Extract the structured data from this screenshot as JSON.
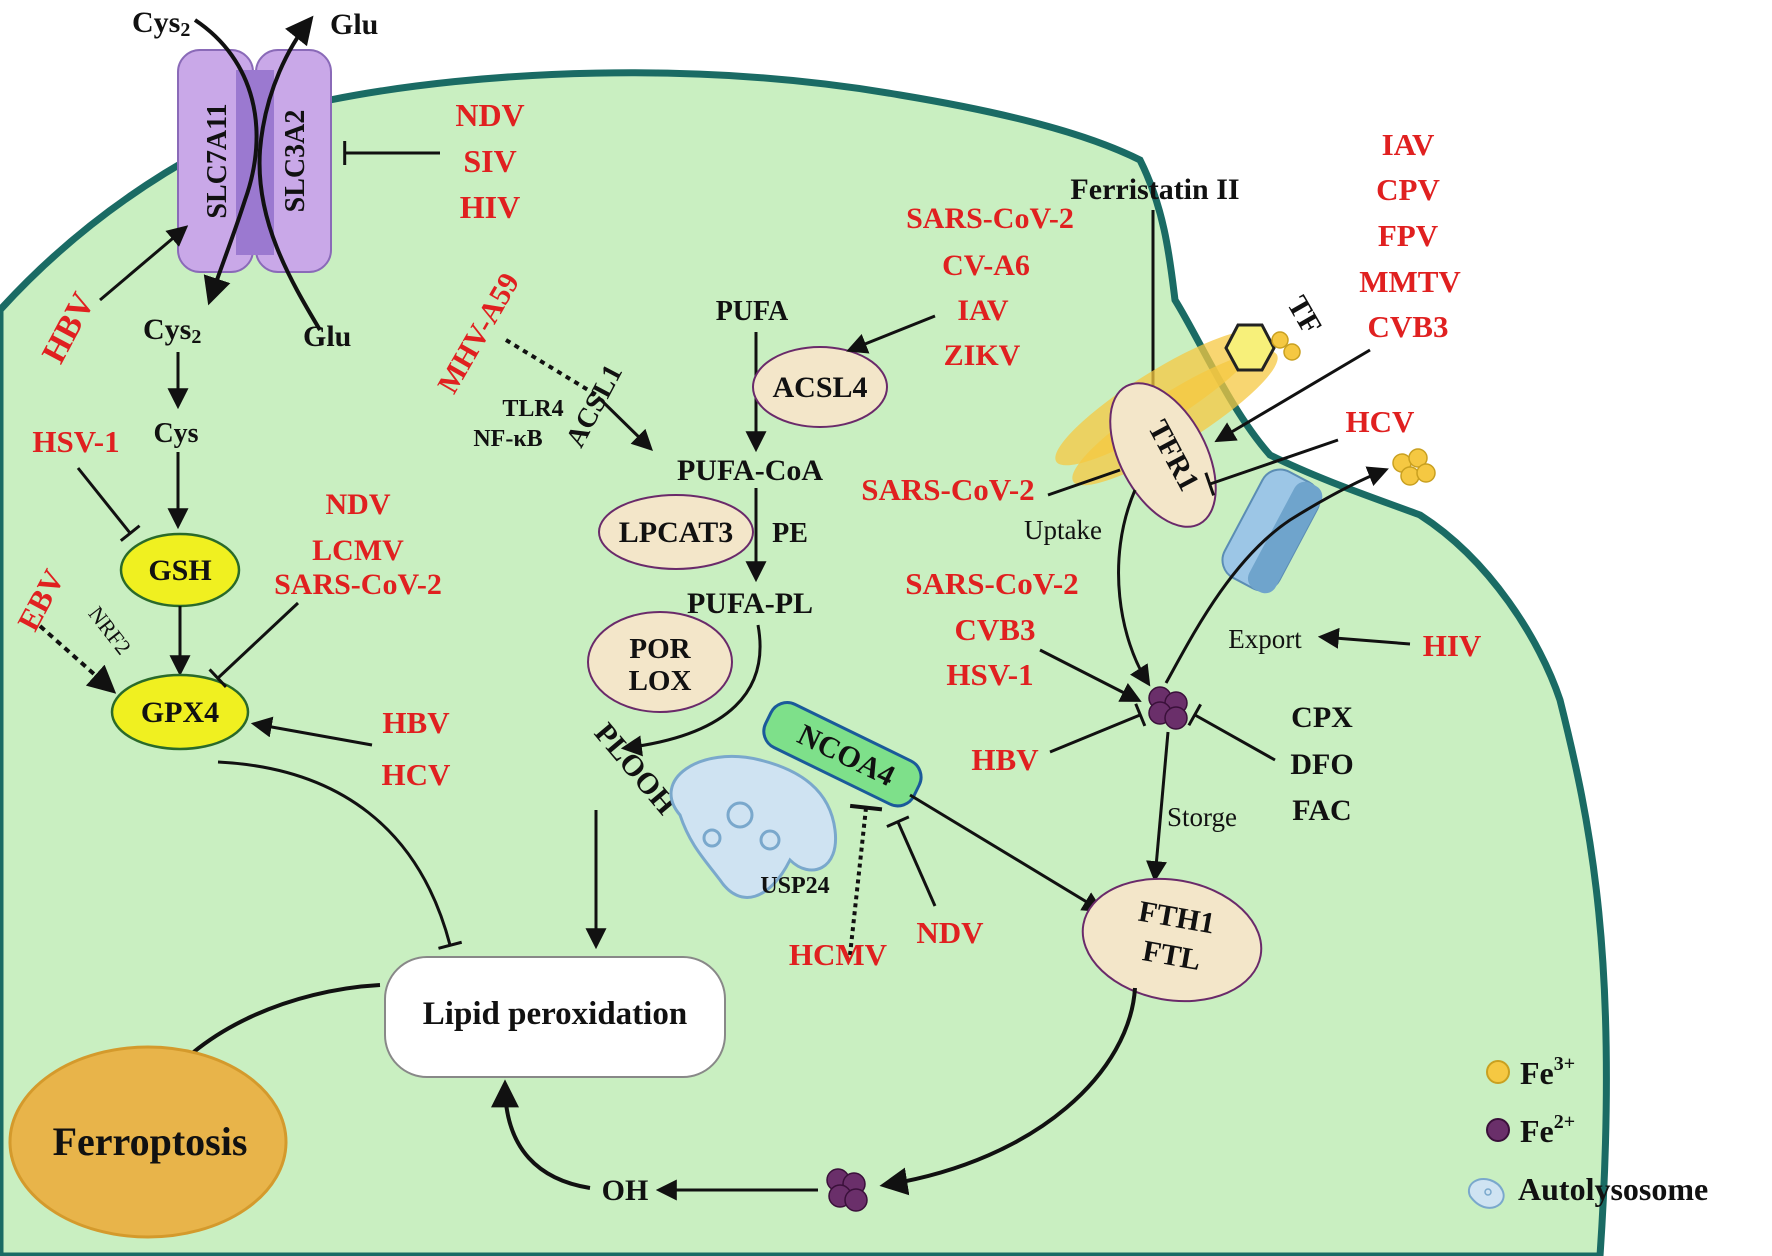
{
  "transporter": {
    "slc7a11": "SLC7A11",
    "slc3a2": "SLC3A2",
    "cys2_out": "Cys",
    "cys2_out_sub": "2",
    "glu_out": "Glu",
    "cys2_in": "Cys",
    "cys2_in_sub": "2",
    "glu_in": "Glu",
    "inhibitors": [
      "NDV",
      "SIV",
      "HIV"
    ],
    "hbv": "HBV"
  },
  "gsh_axis": {
    "cys": "Cys",
    "hsv1": "HSV-1",
    "gsh": "GSH",
    "gpx4": "GPX4",
    "ebv": "EBV",
    "nrf2": "NRF2",
    "gpx4_inhibitors": [
      "NDV",
      "LCMV",
      "SARS-CoV-2"
    ],
    "gpx4_hep": [
      "HBV",
      "HCV"
    ]
  },
  "lipid": {
    "mhv": "MHV-A59",
    "tlr4": "TLR4",
    "nfkb": "NF-κB",
    "acsl1": "ACSL1",
    "acsl4_viruses": [
      "SARS-CoV-2",
      "CV-A6",
      "IAV",
      "ZIKV"
    ],
    "pufa": "PUFA",
    "acsl4": "ACSL4",
    "pufa_coa": "PUFA-CoA",
    "lpcat3": "LPCAT3",
    "pe": "PE",
    "pufa_pl": "PUFA-PL",
    "por": "POR",
    "lox": "LOX",
    "plooh": "PLOOH",
    "lipid_peroxidation": "Lipid peroxidation",
    "ferroptosis": "Ferroptosis"
  },
  "iron": {
    "ferristatin": "Ferristatin II",
    "tfr1_viruses": [
      "IAV",
      "CPV",
      "FPV",
      "MMTV",
      "CVB3"
    ],
    "tf": "TF",
    "tfr1": "TFR1",
    "hcv": "HCV",
    "sars_tfr1": "SARS-CoV-2",
    "uptake": "Uptake",
    "pool_viruses": [
      "SARS-CoV-2",
      "CVB3",
      "HSV-1"
    ],
    "hbv": "HBV",
    "chelators": [
      "CPX",
      "DFO",
      "FAC"
    ],
    "export": "Export",
    "hiv": "HIV",
    "storge": "Storge",
    "ncoa4": "NCOA4",
    "usp24": "USP24",
    "hcmv": "HCMV",
    "ndv": "NDV",
    "fth1": "FTH1",
    "ftl": "FTL",
    "oh": "OH"
  },
  "legend": {
    "fe3_base": "Fe",
    "fe3_sup": "3+",
    "fe2_base": "Fe",
    "fe2_sup": "2+",
    "autolysosome": "Autolysosome"
  },
  "colors": {
    "cell_fill": "#c9efc1",
    "membrane": "#1a6b64",
    "virus_red": "#e02020",
    "gsh_fill": "#f0f020",
    "enzyme_fill": "#f3e6c9",
    "ncoa4_fill": "#7ee08a",
    "ferroptosis_fill": "#e8b44a",
    "fe3": "#f5c842",
    "fe2": "#6a2f6a"
  }
}
